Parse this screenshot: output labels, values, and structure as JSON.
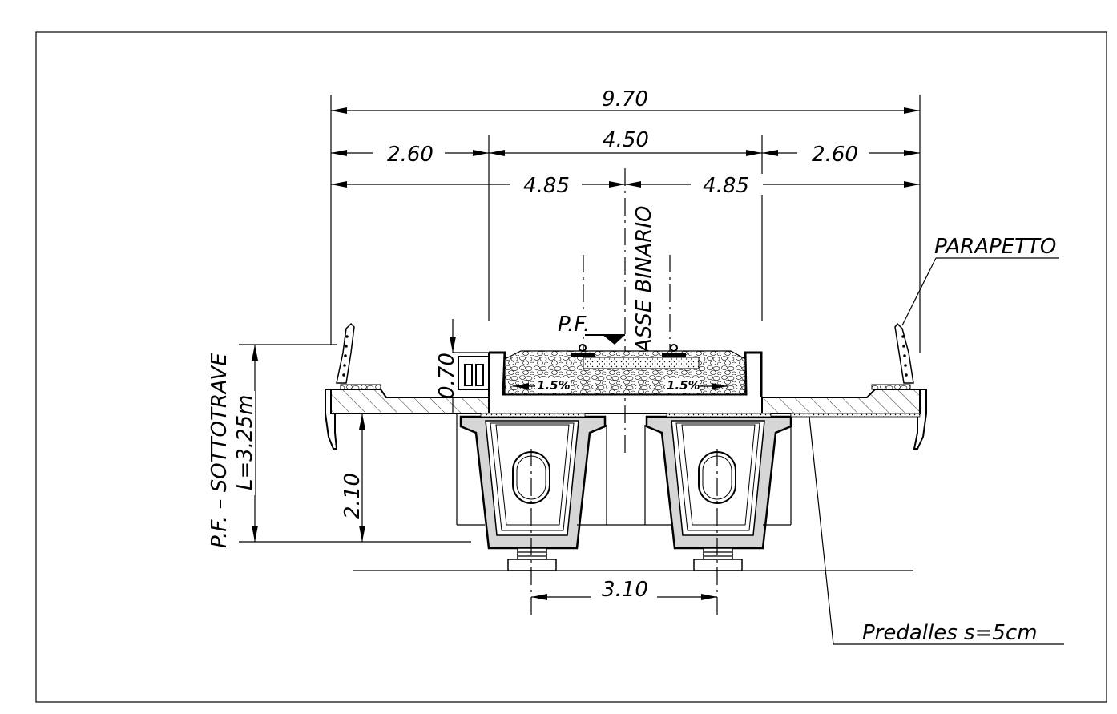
{
  "dimensions": {
    "total_width": "9.70",
    "left_walkway": "2.60",
    "ballast_width": "4.50",
    "right_walkway": "2.60",
    "half_left": "4.85",
    "half_right": "4.85",
    "ballast_depth": "0.70",
    "beam_height": "2.10",
    "beam_spacing": "3.10"
  },
  "labels": {
    "track_axis": "ASSE BINARIO",
    "rail_level": "P.F.",
    "parapet": "PARAPETTO",
    "predalles": "Predalles s=5cm",
    "sottotrave_line1": "P.F. – SOTTOTRAVE",
    "sottotrave_line2": "L=3.25m",
    "slope_left": "1.5%",
    "slope_right": "1.5%"
  }
}
